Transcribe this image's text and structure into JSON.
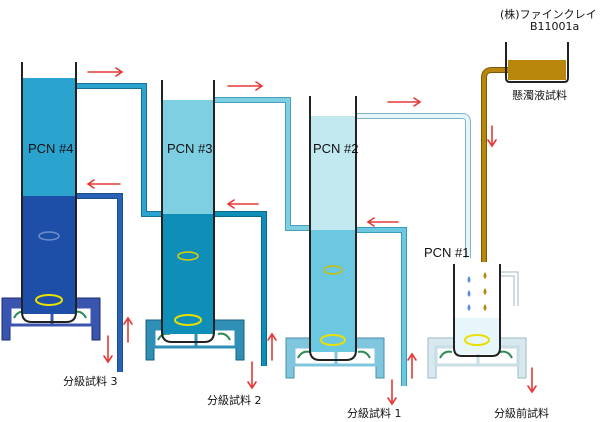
{
  "header": {
    "company": "(株)ファインクレイ",
    "code": "B11001a"
  },
  "columns": [
    {
      "name": "PCN #4",
      "upper_color": "#2aa3cf",
      "lower_color": "#1e4fa8"
    },
    {
      "name": "PCN #3",
      "upper_color": "#7fcfe2",
      "lower_color": "#0f8fb8"
    },
    {
      "name": "PCN #2",
      "upper_color": "#c2e8f0",
      "lower_color": "#6cc8e0"
    },
    {
      "name": "PCN #1",
      "upper_color": "#ffffff",
      "lower_color": "#e6f6fb"
    }
  ],
  "labels": {
    "suspension": "懸濁液試料",
    "fraction3": "分級試料 3",
    "fraction2": "分級試料 2",
    "fraction1": "分級試料 1",
    "pre_fraction": "分級前試料"
  },
  "colors": {
    "pipe_col4": "#2aa3cf",
    "pipe_col3": "#7fcfe2",
    "pipe_col2": "#c2e8f0",
    "arrow": "#e53935",
    "suspension": "#b8860b",
    "stirrer": "#e8e000"
  }
}
